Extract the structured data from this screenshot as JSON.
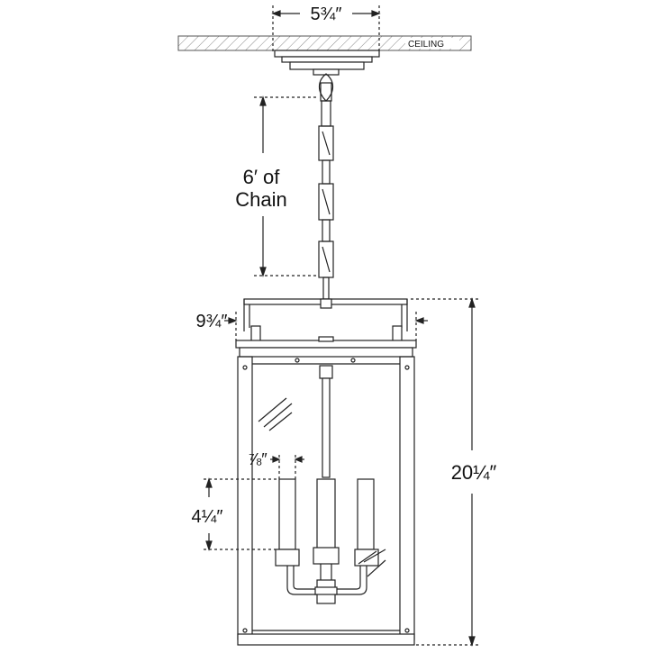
{
  "ceiling": {
    "label": "CEILING"
  },
  "dimensions": {
    "canopy_width": "5¾″",
    "chain_length_line1": "6′ of",
    "chain_length_line2": "Chain",
    "lantern_width": "9¾″",
    "overall_height": "20¼″",
    "candle_width": "⅞″",
    "candle_height": "4¼″"
  },
  "colors": {
    "line": "#1a1a1a",
    "hatch": "#888888"
  }
}
